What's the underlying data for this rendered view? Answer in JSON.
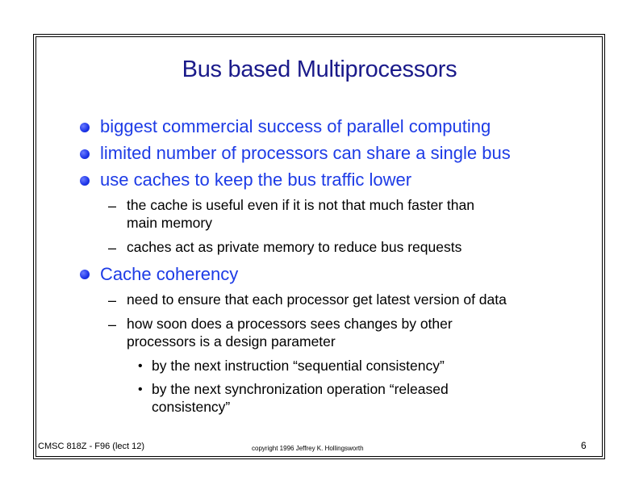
{
  "slide": {
    "title": "Bus based Multiprocessors",
    "bullets": [
      {
        "text": "biggest commercial success of parallel computing"
      },
      {
        "text": "limited number of processors can share a single bus"
      },
      {
        "text": "use caches to keep the bus traffic lower",
        "subitems": [
          {
            "lines": [
              "the cache is useful even if it is not that much faster than",
              "main memory"
            ]
          },
          {
            "lines": [
              "caches act as private memory to reduce bus requests"
            ]
          }
        ]
      },
      {
        "text": "Cache coherency",
        "subitems": [
          {
            "lines": [
              "need to ensure that each processor get latest version of data"
            ]
          },
          {
            "lines": [
              "how soon does a processors sees changes by other",
              "processors is a design parameter"
            ],
            "subitems": [
              {
                "lines": [
                  "by the next instruction “sequential consistency”"
                ]
              },
              {
                "lines": [
                  "by the next synchronization operation “released",
                  "consistency”"
                ]
              }
            ]
          }
        ]
      }
    ],
    "dash_glyph": "–",
    "dot_glyph": "•"
  },
  "footer": {
    "course": "CMSC 818Z - F96  (lect 12)",
    "copyright": "copyright 1996  Jeffrey K. Hollingsworth",
    "page": "6"
  },
  "colors": {
    "title": "#1a1a8a",
    "level1": "#1d3be6",
    "text": "#000000"
  }
}
